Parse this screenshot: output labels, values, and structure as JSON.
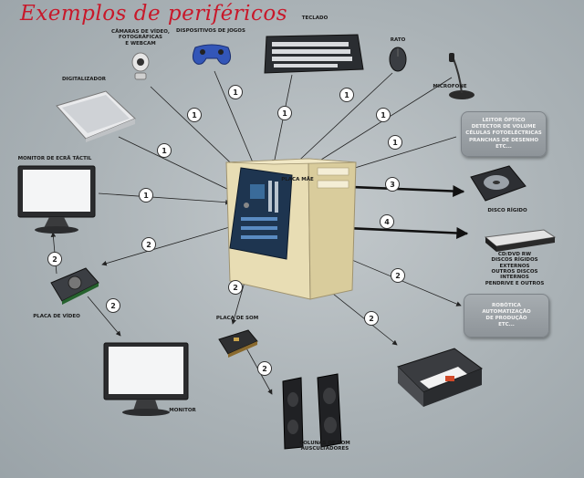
{
  "title": "Exemplos de periféricos",
  "labels": {
    "cameras": "CÂMARAS DE VÍDEO,\nFOTOGRÁFICAS\nE WEBCAM",
    "gamepads": "DISPOSITIVOS DE JOGOS",
    "keyboard": "TECLADO",
    "mouse": "RATO",
    "microphone": "MICROFONE",
    "scanner": "DIGITALIZADOR",
    "touch_monitor": "MONITOR DE ECRÃ TÁCTIL",
    "motherboard": "PLACA MÃE",
    "hard_disk": "DISCO RÍGIDO",
    "cd_dvd": "CD/DVD RW\nDISCOS RÍGIDOS EXTERNOS\nOUTROS DISCOS INTERNOS\nPENDRIVE E OUTROS",
    "video_card": "PLACA DE VÍDEO",
    "sound_card": "PLACA DE SOM",
    "monitor": "MONITOR",
    "speakers": "COLUNAS DE SOM\nAUSCULTADORES"
  },
  "boxes": {
    "input_devices": "LEITOR ÓPTICO\nDETECTOR DE VOLUME\nCÉLULAS FOTOELÉCTRICAS\nPRANCHAS DE DESENHO\nETC...",
    "robotics": "ROBÓTICA\nAUTOMATIZAÇÃO\nDE PRODUÇÃO\nETC..."
  },
  "badges": {
    "b_camera": "1",
    "b_gamepad": "1",
    "b_keyboard": "1",
    "b_mouse": "1",
    "b_microphone": "1",
    "b_scanner": "1",
    "b_touch_monitor": "1",
    "b_input_box": "1",
    "b_hard_disk": "3",
    "b_cd_dvd": "4",
    "b_video_card": "2",
    "b_monitor_touch_out": "2",
    "b_monitor": "2",
    "b_sound_card": "2",
    "b_speakers": "2",
    "b_printer": "2",
    "b_robotics": "2"
  }
}
